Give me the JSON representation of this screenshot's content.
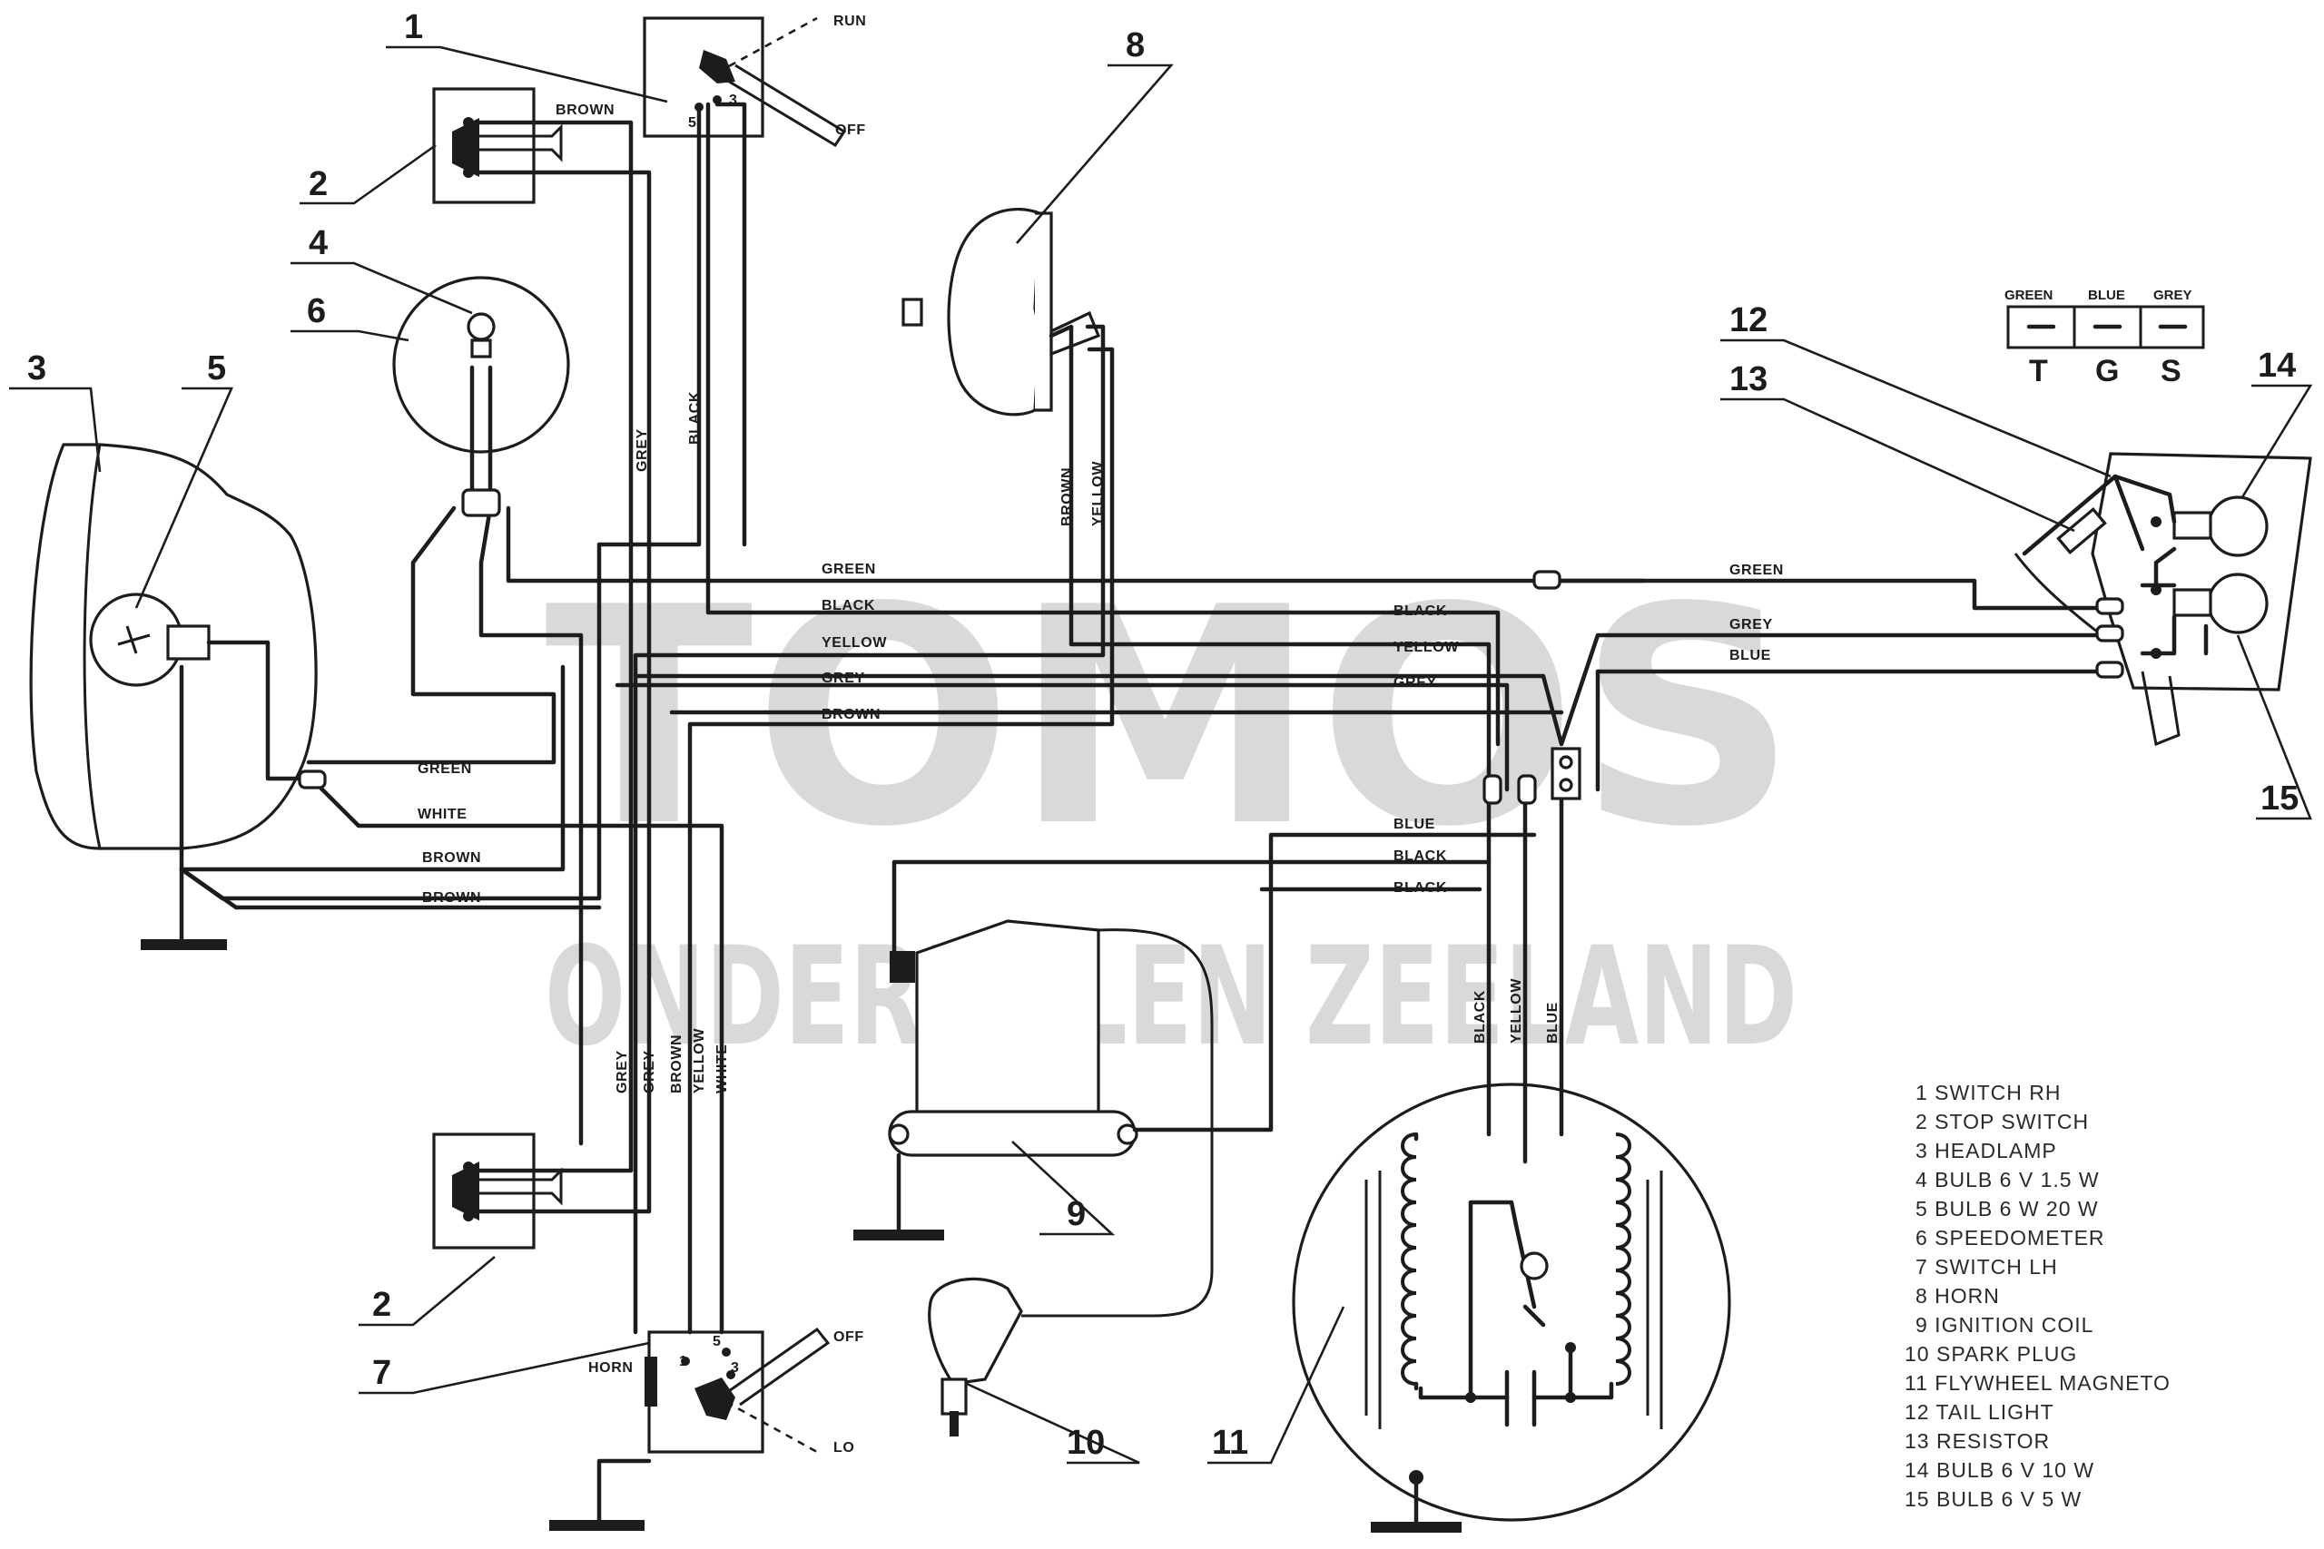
{
  "callouts": {
    "c1": "1",
    "c2a": "2",
    "c2b": "2",
    "c3": "3",
    "c4": "4",
    "c5": "5",
    "c6": "6",
    "c7": "7",
    "c8": "8",
    "c9": "9",
    "c10": "10",
    "c11": "11",
    "c12": "12",
    "c13": "13",
    "c14": "14",
    "c15": "15"
  },
  "switch_rh": {
    "run": "RUN",
    "off": "OFF",
    "term5": "5",
    "term3": "3"
  },
  "switch_lh": {
    "off": "OFF",
    "lo": "LO",
    "horn": "HORN",
    "term5": "5",
    "term1": "1",
    "term3": "3"
  },
  "wires": {
    "brown_top": "BROWN",
    "grey_v": "GREY",
    "black_v": "BLACK",
    "brown_8": "BROWN",
    "yellow_8": "YELLOW",
    "green_mid": "GREEN",
    "black_mid": "BLACK",
    "yellow_mid": "YELLOW",
    "grey_mid": "GREY",
    "brown_mid": "BROWN",
    "green_left": "GREEN",
    "white_left": "WHITE",
    "brown_left1": "BROWN",
    "brown_left2": "BROWN",
    "black_right": "BLACK",
    "yellow_right": "YELLOW",
    "grey_right": "GREY",
    "green_far": "GREEN",
    "grey_far": "GREY",
    "blue_far": "BLUE",
    "blue_low": "BLUE",
    "black_low1": "BLACK",
    "black_low2": "BLACK",
    "mag_black": "BLACK",
    "mag_yellow": "YELLOW",
    "mag_blue": "BLUE",
    "low_grey1": "GREY",
    "low_grey2": "GREY",
    "low_brown": "BROWN",
    "low_yellow": "YELLOW",
    "low_white": "WHITE"
  },
  "connector_key": {
    "headers": [
      "GREEN",
      "BLUE",
      "GREY"
    ],
    "letters": [
      "T",
      "G",
      "S"
    ]
  },
  "legend": [
    "1  SWITCH RH",
    "2  STOP SWITCH",
    "3  HEADLAMP",
    "4  BULB 6 V 1.5 W",
    "5  BULB 6 W 20 W",
    "6  SPEEDOMETER",
    "7  SWITCH LH",
    "8  HORN",
    "9  IGNITION COIL",
    "10  SPARK PLUG",
    "11  FLYWHEEL MAGNETO",
    "12  TAIL LIGHT",
    "13  RESISTOR",
    "14  BULB 6 V 10 W",
    "15  BULB 6 V 5 W"
  ],
  "watermark": {
    "line1": "TOMOS",
    "line2": "ONDERDELEN ZEELAND"
  }
}
